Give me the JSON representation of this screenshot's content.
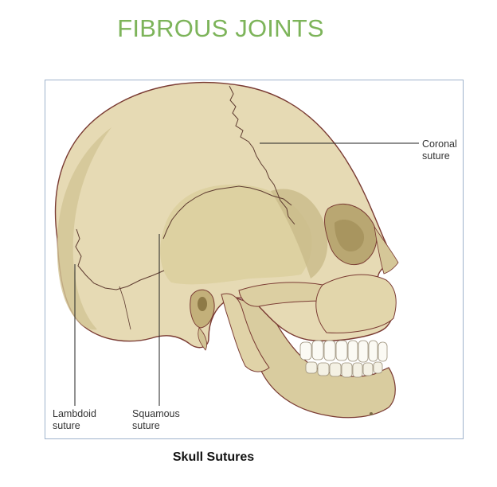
{
  "title": "FIBROUS JOINTS",
  "caption": "Skull Sutures",
  "labels": {
    "coronal": {
      "line1": "Coronal",
      "line2": "suture"
    },
    "lambdoid": {
      "line1": "Lambdoid",
      "line2": "suture"
    },
    "squamous": {
      "line1": "Squamous",
      "line2": "suture"
    }
  },
  "colors": {
    "title": "#7db45a",
    "bone": "#e6dab4",
    "bone_shadow": "#cdbf92",
    "outline": "#7a3b33",
    "frame": "#9fb3cc"
  }
}
